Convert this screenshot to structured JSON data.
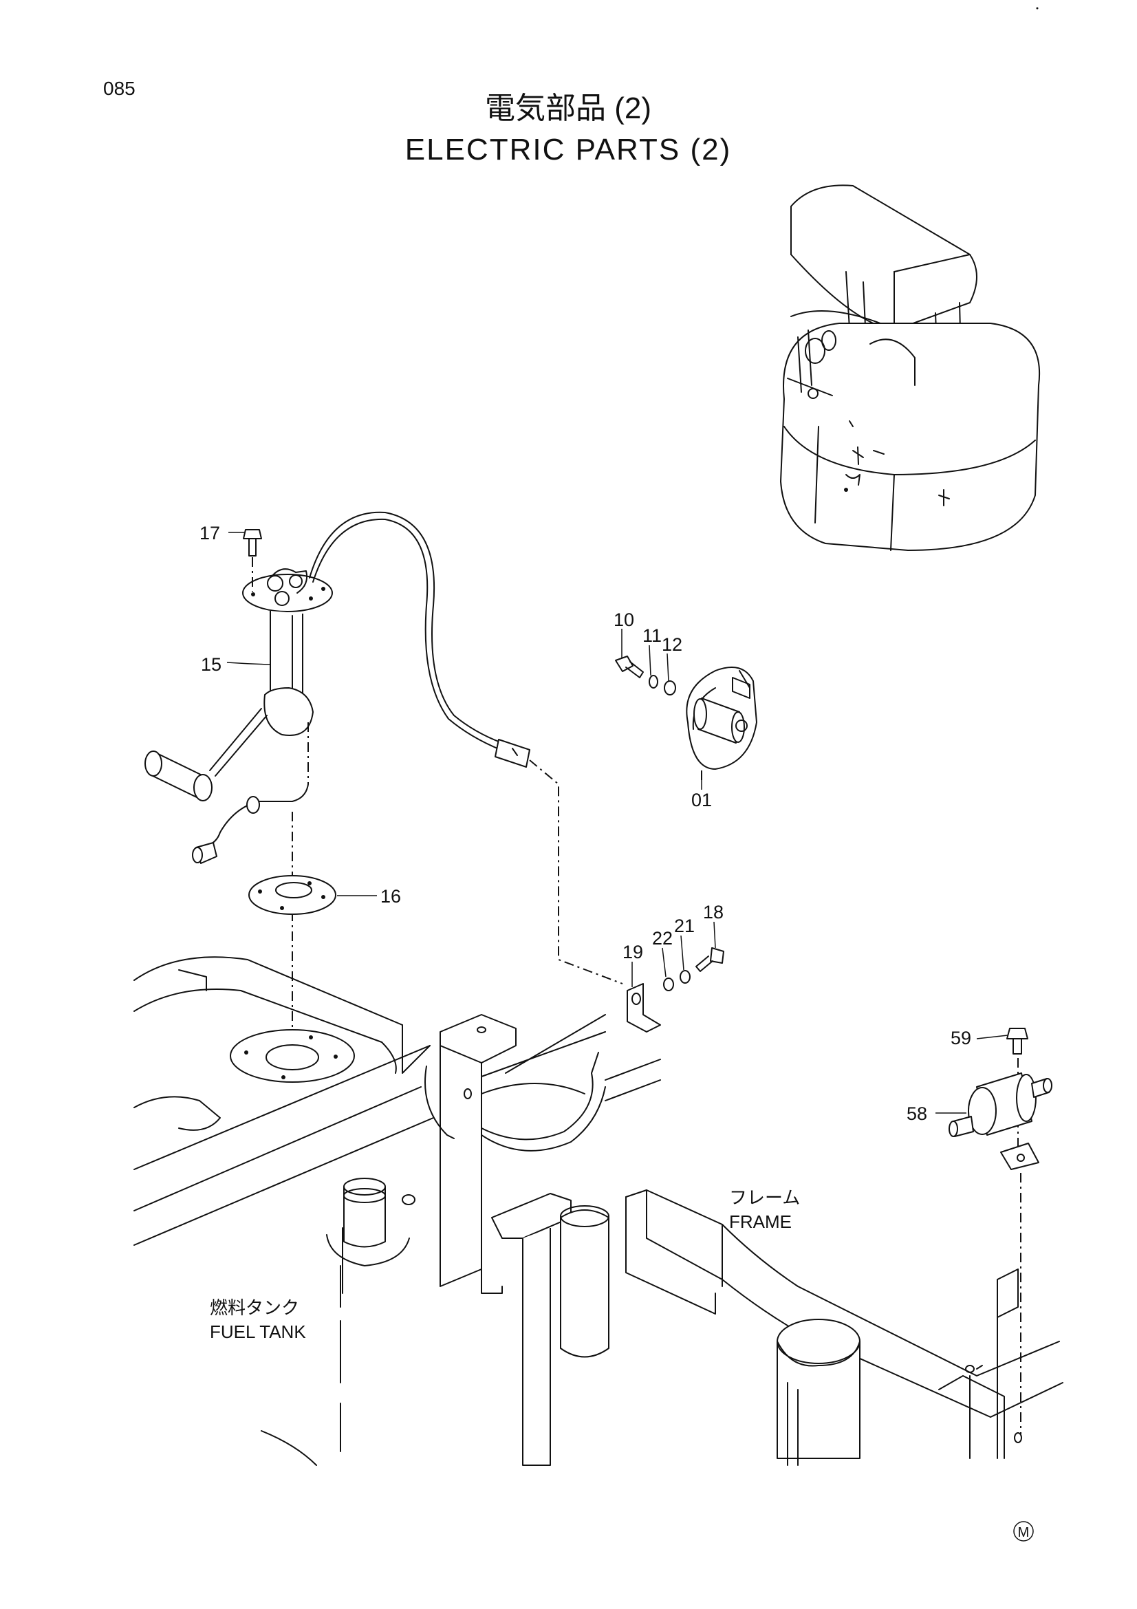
{
  "page": {
    "number": "085"
  },
  "title": {
    "japanese": "電気部品 (2)",
    "english": "ELECTRIC PARTS (2)"
  },
  "callouts": [
    {
      "id": "17",
      "label": "17"
    },
    {
      "id": "15",
      "label": "15"
    },
    {
      "id": "16",
      "label": "16"
    },
    {
      "id": "10",
      "label": "10"
    },
    {
      "id": "11",
      "label": "11"
    },
    {
      "id": "12",
      "label": "12"
    },
    {
      "id": "01",
      "label": "01"
    },
    {
      "id": "19",
      "label": "19"
    },
    {
      "id": "22",
      "label": "22"
    },
    {
      "id": "21",
      "label": "21"
    },
    {
      "id": "18",
      "label": "18"
    },
    {
      "id": "59",
      "label": "59"
    },
    {
      "id": "58",
      "label": "58"
    }
  ],
  "labels": {
    "frame_jp": "フレーム",
    "frame_en": "FRAME",
    "fuel_tank_jp": "燃料タンク",
    "fuel_tank_en": "FUEL TANK"
  },
  "mark": {
    "circle_letter": "M"
  }
}
